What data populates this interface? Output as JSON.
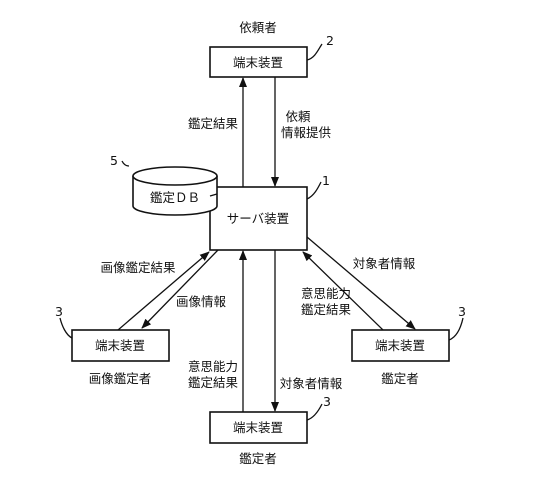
{
  "nodes": {
    "requester_terminal": {
      "label": "端末装置",
      "role": "依頼者",
      "ref": "2"
    },
    "server": {
      "label": "サーバ装置",
      "ref": "1"
    },
    "db": {
      "label": "鑑定ＤＢ",
      "ref": "5"
    },
    "image_appraiser_terminal": {
      "label": "端末装置",
      "role": "画像鑑定者",
      "ref": "3"
    },
    "appraiser_terminal_right": {
      "label": "端末装置",
      "role": "鑑定者",
      "ref": "3"
    },
    "appraiser_terminal_bottom": {
      "label": "端末装置",
      "role": "鑑定者",
      "ref": "3"
    }
  },
  "edges": {
    "appraisal_result": "鑑定結果",
    "request_line1": "依頼",
    "request_line2": "情報提供",
    "image_appraisal_result": "画像鑑定結果",
    "image_info": "画像情報",
    "target_info_right": "対象者情報",
    "mental_result_right_line1": "意思能力",
    "mental_result_right_line2": "鑑定結果",
    "mental_result_bottom_line1": "意思能力",
    "mental_result_bottom_line2": "鑑定結果",
    "target_info_bottom": "対象者情報"
  }
}
